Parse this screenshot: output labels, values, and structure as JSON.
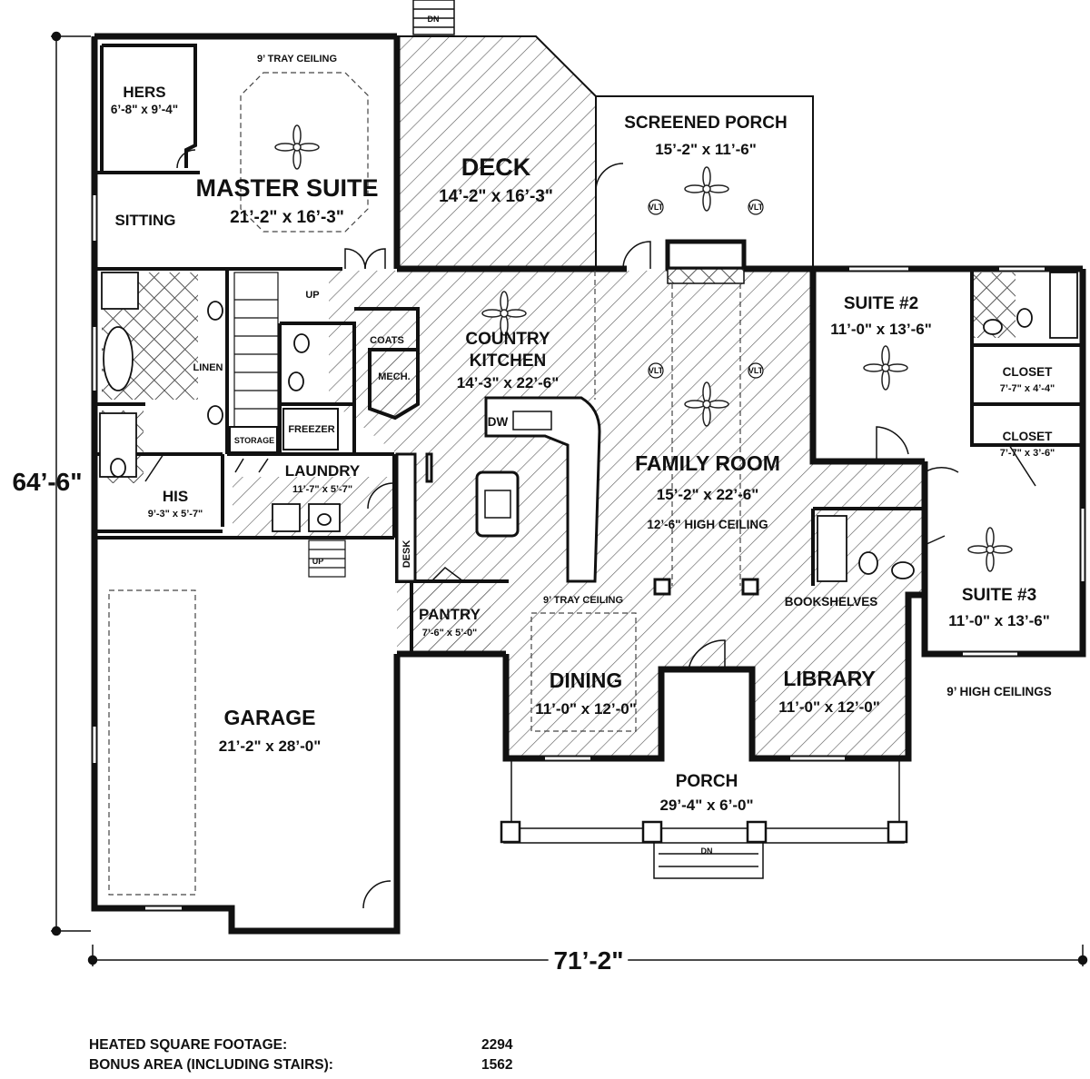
{
  "dimensions": {
    "depth": "64’-6\"",
    "width": "71’-2\""
  },
  "rooms": {
    "hers": {
      "name": "HERS",
      "size": "6’-8\" x 9’-4\""
    },
    "master_ceiling": "9’ TRAY CEILING",
    "master_suite": {
      "name": "MASTER SUITE",
      "size": "21’-2\" x 16’-3\""
    },
    "sitting": "SITTING",
    "deck": {
      "name": "DECK",
      "size": "14’-2\" x 16’-3\""
    },
    "screened_porch": {
      "name": "SCREENED PORCH",
      "size": "15’-2\" x 11’-6\""
    },
    "suite2": {
      "name": "SUITE #2",
      "size": "11’-0\" x 13’-6\""
    },
    "closet1": {
      "name": "CLOSET",
      "size": "7’-7\" x 4’-4\""
    },
    "closet2": {
      "name": "CLOSET",
      "size": "7’-7\" x 3’-6\""
    },
    "suite3": {
      "name": "SUITE #3",
      "size": "11’-0\" x 13’-6\""
    },
    "high_ceilings": "9’ HIGH CEILINGS",
    "kitchen": {
      "line1": "COUNTRY",
      "line2": "KITCHEN",
      "size": "14’-3\" x 22’-6\""
    },
    "family_room": {
      "name": "FAMILY ROOM",
      "size": "15’-2\" x 22’-6\"",
      "ceiling": "12’-6\" HIGH CEILING"
    },
    "linen": "LINEN",
    "coats": "COATS",
    "mech": "MECH.",
    "freezer": "FREEZER",
    "storage": "STORAGE",
    "up1": "UP",
    "up2": "UP",
    "laundry": {
      "name": "LAUNDRY",
      "size": "11’-7\" x 5’-7\""
    },
    "his": {
      "name": "HIS",
      "size": "9’-3\" x 5’-7\""
    },
    "desk": "DESK",
    "pantry": {
      "name": "PANTRY",
      "size": "7’-6\" x 5’-0\""
    },
    "dining_ceiling": "9’ TRAY CEILING",
    "bookshelves": "BOOKSHELVES",
    "dining": {
      "name": "DINING",
      "size": "11’-0\" x 12’-0\""
    },
    "library": {
      "name": "LIBRARY",
      "size": "11’-0\" x 12’-0\""
    },
    "garage": {
      "name": "GARAGE",
      "size": "21’-2\" x 28’-0\""
    },
    "porch": {
      "name": "PORCH",
      "size": "29’-4\" x 6’-0\""
    },
    "dn_top": "DN",
    "dn_porch": "DN",
    "dw": "DW",
    "vlt": "VLT"
  },
  "footer": {
    "heated_label": "HEATED SQUARE FOOTAGE:",
    "heated_value": "2294",
    "bonus_label": "BONUS AREA (INCLUDING STAIRS):",
    "bonus_value": "1562"
  }
}
